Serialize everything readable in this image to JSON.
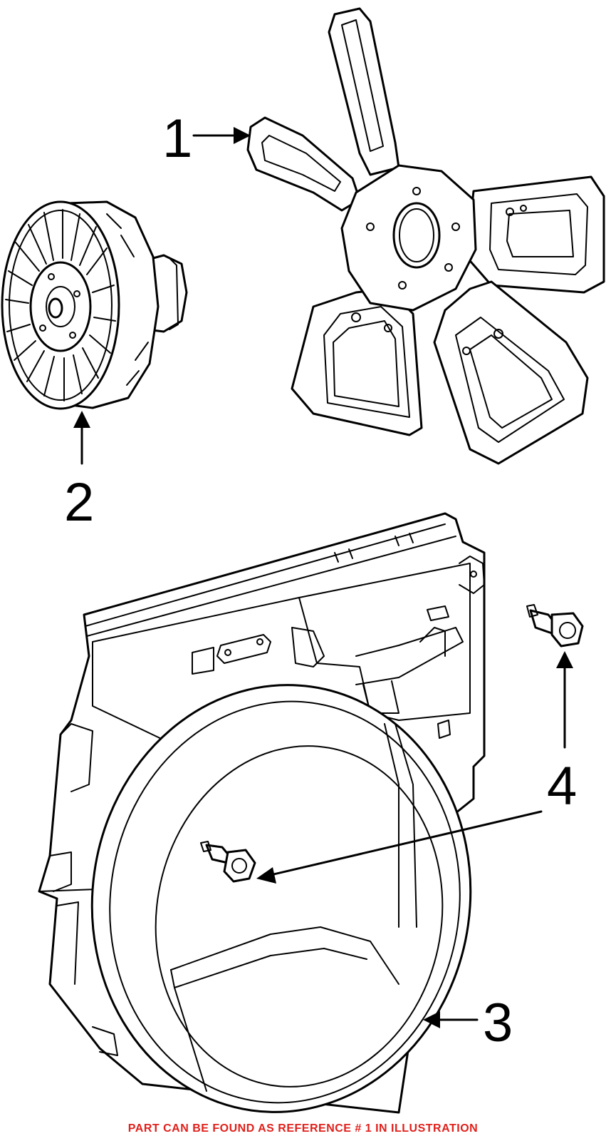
{
  "callouts": [
    {
      "id": "fan-blade",
      "label": "1"
    },
    {
      "id": "fan-clutch",
      "label": "2"
    },
    {
      "id": "fan-shroud",
      "label": "3"
    },
    {
      "id": "shroud-bolt",
      "label": "4"
    }
  ],
  "footer": {
    "note": "PART CAN BE FOUND AS REFERENCE # 1 IN ILLUSTRATION",
    "color": "#e0201b"
  }
}
